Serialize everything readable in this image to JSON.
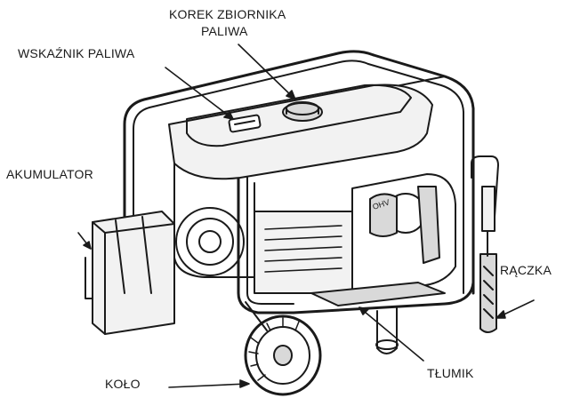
{
  "labels": {
    "fuel_cap_line1": "KOREK ZBIORNIKA",
    "fuel_cap_line2": "PALIWA",
    "fuel_gauge": "WSKAŹNIK PALIWA",
    "battery": "AKUMULATOR",
    "handle": "RĄCZKA",
    "muffler": "TŁUMIK",
    "wheel": "KOŁO"
  },
  "colors": {
    "line": "#1a1a1a",
    "fill_light": "#f2f2f2",
    "fill_mid": "#d9d9d9"
  }
}
